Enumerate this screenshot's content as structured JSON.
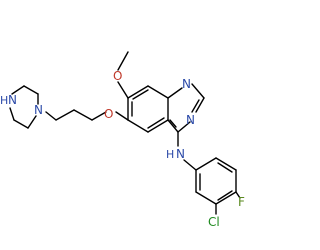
{
  "molecule": {
    "atom_labels": {
      "methoxy_oxygen": "O",
      "ether_oxygen": "O",
      "quinazoline_n1": "N",
      "quinazoline_n3": "N",
      "aniline_nitrogen": "N",
      "aniline_hydrogen": "H",
      "piperazine_nh_h": "H",
      "piperazine_nh_n": "N",
      "piperazine_n4": "N",
      "chlorine": "Cl",
      "fluorine": "F"
    },
    "colors": {
      "bond": "#000000",
      "oxygen": "#c0392b",
      "nitrogen": "#2c4aa8",
      "chlorine": "#1f8a1f",
      "fluorine": "#5a8a1f"
    }
  }
}
